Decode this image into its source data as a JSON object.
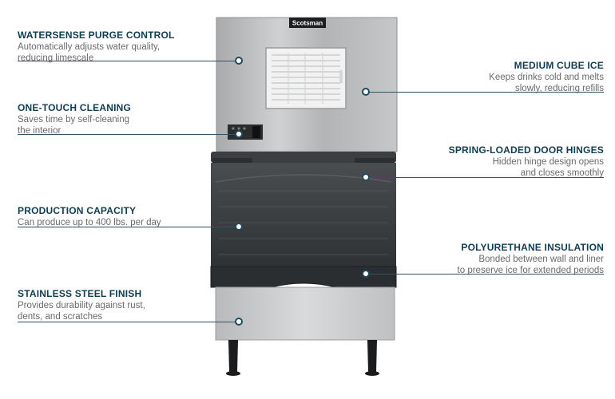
{
  "brand_badge": "Scotsman",
  "features": [
    {
      "id": "watersense",
      "side": "left",
      "title": "WATERSENSE PURGE CONTROL",
      "desc": [
        "Automatically adjusts water quality,",
        "reducing limescale"
      ]
    },
    {
      "id": "one-touch",
      "side": "left",
      "title": "ONE-TOUCH CLEANING",
      "desc": [
        "Saves time by self-cleaning",
        "the interior"
      ]
    },
    {
      "id": "production",
      "side": "left",
      "title": "PRODUCTION CAPACITY",
      "desc": [
        "Can produce up to 400 lbs. per day"
      ]
    },
    {
      "id": "stainless",
      "side": "left",
      "title": "STAINLESS STEEL FINISH",
      "desc": [
        "Provides durability against rust,",
        "dents, and scratches"
      ]
    },
    {
      "id": "medium-cube",
      "side": "right",
      "title": "MEDIUM CUBE ICE",
      "desc": [
        "Keeps drinks cold and melts",
        "slowly, reducing refills"
      ]
    },
    {
      "id": "door-hinges",
      "side": "right",
      "title": "SPRING-LOADED DOOR HINGES",
      "desc": [
        "Hidden hinge design opens",
        "and closes smoothly"
      ]
    },
    {
      "id": "insulation",
      "side": "right",
      "title": "POLYURETHANE INSULATION",
      "desc": [
        "Bonded between wall and liner",
        "to preserve ice for extended periods"
      ]
    }
  ],
  "colors": {
    "title": "#0f3d52",
    "description": "#6a6a6a",
    "connector": "#2e5466",
    "stainless": "#bcbcbc",
    "bin_dark": "#3a3d40"
  }
}
